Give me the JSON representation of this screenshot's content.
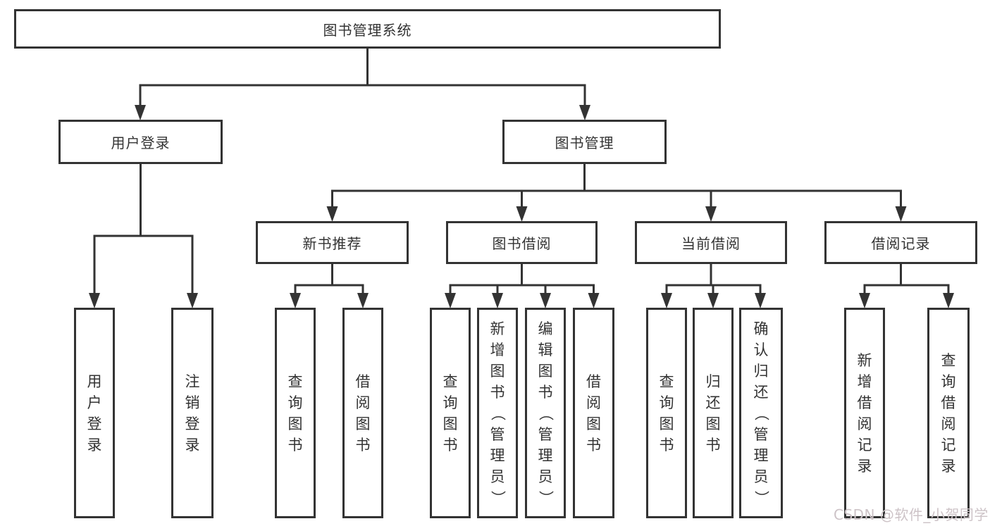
{
  "diagram": {
    "nodes": {
      "root": {
        "label": "图书管理系统"
      },
      "user_login": {
        "label": "用户登录"
      },
      "book_management": {
        "label": "图书管理"
      },
      "new_book_recommend": {
        "label": "新书推荐"
      },
      "book_borrow": {
        "label": "图书借阅"
      },
      "current_borrow": {
        "label": "当前借阅"
      },
      "borrow_records": {
        "label": "借阅记录"
      },
      "leaf_user_login": {
        "label": "用户登录"
      },
      "leaf_logout": {
        "label": "注销登录"
      },
      "leaf_rec_query_books": {
        "label": "查询图书"
      },
      "leaf_rec_borrow_books": {
        "label": "借阅图书"
      },
      "leaf_bor_query_books": {
        "label": "查询图书"
      },
      "leaf_bor_add_books": {
        "label": "新增图书（管理员）"
      },
      "leaf_bor_edit_books": {
        "label": "编辑图书（管理员）"
      },
      "leaf_bor_borrow_books": {
        "label": "借阅图书"
      },
      "leaf_cur_query_books": {
        "label": "查询图书"
      },
      "leaf_cur_return_books": {
        "label": "归还图书"
      },
      "leaf_cur_confirm_return": {
        "label": "确认归还（管理员）"
      },
      "leaf_records_add": {
        "label": "新增借阅记录"
      },
      "leaf_records_query": {
        "label": "查询借阅记录"
      }
    },
    "colors": {
      "line": "#333333",
      "box_border": "#333333",
      "box_background": "#ffffff",
      "text": "#333333",
      "watermark_text": "#cdc3c7"
    }
  },
  "watermark": {
    "text": "CSDN @软件_小贺同学"
  }
}
